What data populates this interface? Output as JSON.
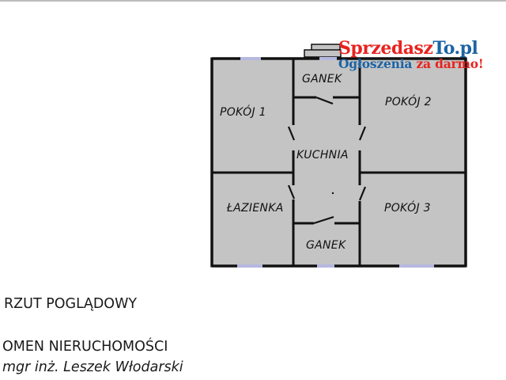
{
  "colors": {
    "floor": "#c4c4c4",
    "wall": "#111111",
    "window": "#b6b8df",
    "logo_red": "#e8231f",
    "logo_blue": "#1d64a4",
    "background": "#ffffff"
  },
  "logo": {
    "part1": "Sprzedasz",
    "part2": "To.pl",
    "sub1": "Ogłoszenia",
    "sub2": "za darmo!"
  },
  "rooms": {
    "pokoj1": "POKÓJ 1",
    "pokoj2": "POKÓJ 2",
    "pokoj3": "POKÓJ 3",
    "ganek_top": "GANEK",
    "ganek_bottom": "GANEK",
    "kuchnia": "KUCHNIA",
    "lazienka": "ŁAZIENKA"
  },
  "captions": {
    "title": "RZUT POGLĄDOWY",
    "company": "OMEN NIERUCHOMOŚCI",
    "author": "mgr inż. Leszek Włodarski"
  }
}
